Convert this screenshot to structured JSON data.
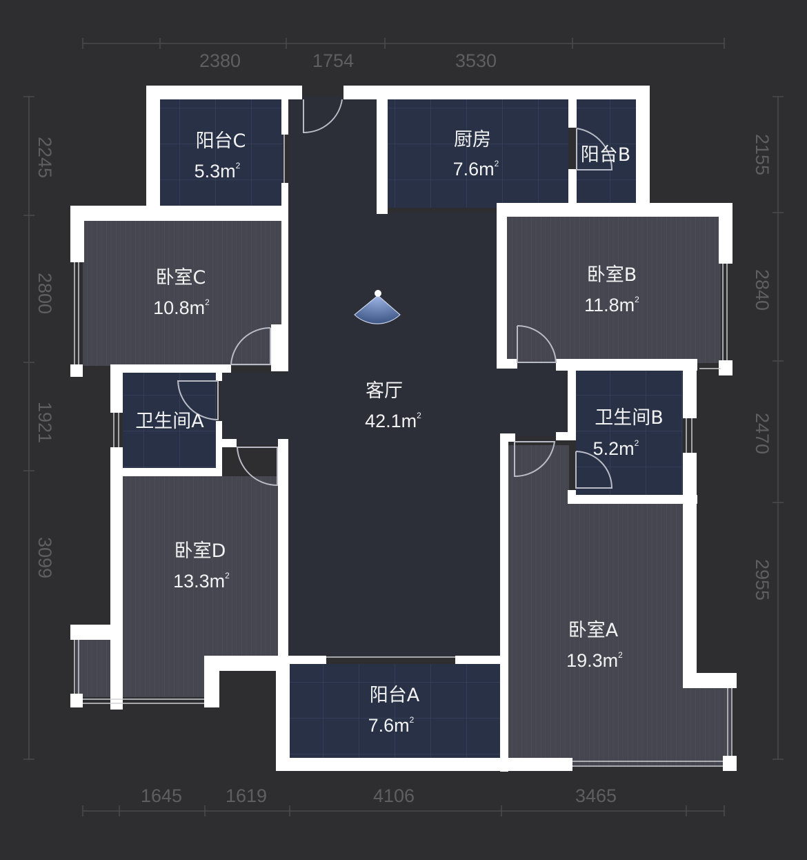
{
  "plan": {
    "background": "#2e2e30",
    "colors": {
      "wall": "#ffffff",
      "wood_floor": "#454650",
      "tile_floor": "#283146",
      "living_floor": "#2c2e38",
      "dimension_text": "#5f5f62",
      "viewer_cone": "#6f8fc7"
    },
    "dimensions": {
      "top": [
        "2380",
        "1754",
        "3530"
      ],
      "bottom": [
        "1645",
        "1619",
        "4106",
        "3465"
      ],
      "left": [
        "2245",
        "2800",
        "1921",
        "3099"
      ],
      "right": [
        "2155",
        "2840",
        "2470",
        "2955"
      ]
    },
    "rooms": {
      "balcony_c": {
        "name": "阳台C",
        "area": "5.3m",
        "sup": "2"
      },
      "kitchen": {
        "name": "厨房",
        "area": "7.6m",
        "sup": "2"
      },
      "balcony_b": {
        "name": "阳台B"
      },
      "bedroom_c": {
        "name": "卧室C",
        "area": "10.8m",
        "sup": "2"
      },
      "bedroom_b": {
        "name": "卧室B",
        "area": "11.8m",
        "sup": "2"
      },
      "living": {
        "name": "客厅",
        "area": "42.1m",
        "sup": "2"
      },
      "bath_a": {
        "name": "卫生间A"
      },
      "bath_b": {
        "name": "卫生间B",
        "area": "5.2m",
        "sup": "2"
      },
      "bedroom_d": {
        "name": "卧室D",
        "area": "13.3m",
        "sup": "2"
      },
      "bedroom_a": {
        "name": "卧室A",
        "area": "19.3m",
        "sup": "2"
      },
      "balcony_a": {
        "name": "阳台A",
        "area": "7.6m",
        "sup": "2"
      }
    },
    "viewer": {
      "icon": "camera-view-cone-icon"
    }
  }
}
